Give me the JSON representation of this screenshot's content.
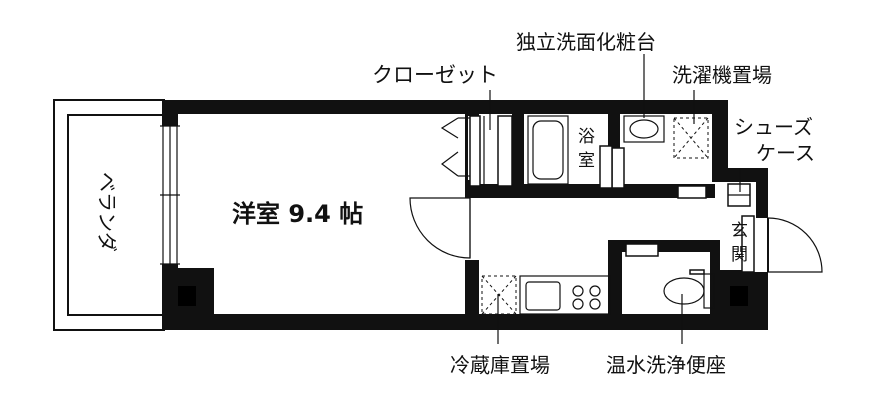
{
  "labels": {
    "veranda": "ベランダ",
    "western_room": "洋室 9.4 帖",
    "closet": "クローゼット",
    "vanity": "独立洗面化粧台",
    "washer_space": "洗濯機置場",
    "shoe_case_line1": "シューズ",
    "shoe_case_line2": "ケース",
    "bath_char1": "浴",
    "bath_char2": "室",
    "entrance_char1": "玄",
    "entrance_char2": "関",
    "fridge_space": "冷蔵庫置場",
    "toilet": "温水洗浄便座"
  },
  "colors": {
    "wall": "#111111",
    "background": "#ffffff"
  }
}
